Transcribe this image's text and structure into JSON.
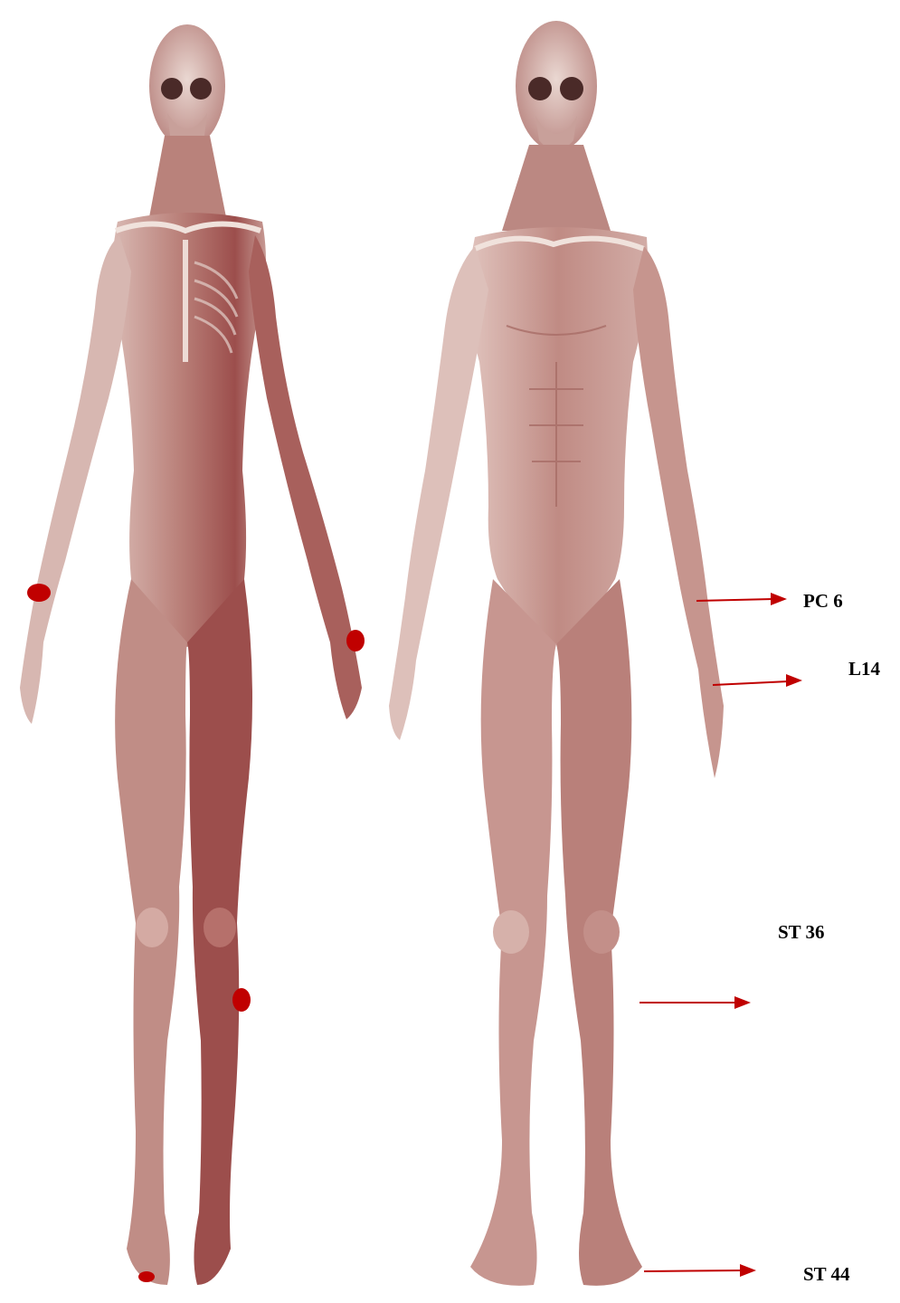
{
  "colors": {
    "background": "#ffffff",
    "skin": "#c9a39d",
    "skin_light": "#e3c9c3",
    "muscle": "#a8605c",
    "muscle_dark": "#7d3a3a",
    "point_marker": "#c00000",
    "arrow": "#c00000",
    "bone": "#e8dcd5"
  },
  "figures": [
    {
      "id": "female-ecorche",
      "markers": [
        "wrist-right",
        "wrist-left",
        "shin",
        "foot"
      ]
    },
    {
      "id": "male-ecorche"
    }
  ],
  "points": [
    {
      "label": "PC 6"
    },
    {
      "label": "L14"
    },
    {
      "label": "ST 36"
    },
    {
      "label": "ST 44"
    }
  ]
}
